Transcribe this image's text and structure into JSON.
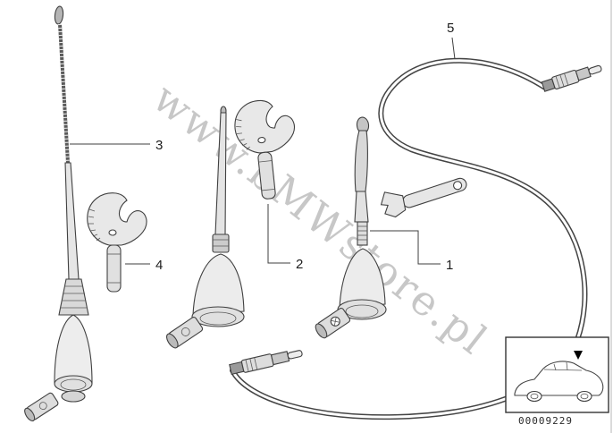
{
  "diagram": {
    "watermark": "www.bMWstore.pl",
    "part_number": "00009229",
    "callouts": [
      {
        "label": "1",
        "part": "antenna-base-assembly"
      },
      {
        "label": "2",
        "part": "short-rod-antenna"
      },
      {
        "label": "3",
        "part": "long-whip-antenna"
      },
      {
        "label": "4",
        "part": "antenna-key-tool"
      },
      {
        "label": "5",
        "part": "antenna-cable"
      }
    ],
    "colors": {
      "line": "#404040",
      "background": "#ffffff",
      "watermark": "#9b9b9b"
    }
  }
}
